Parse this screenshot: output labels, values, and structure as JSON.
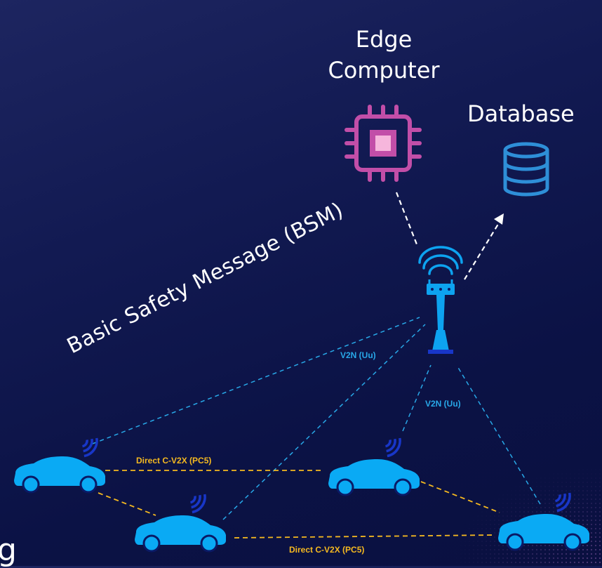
{
  "labels": {
    "edge_computer": "Edge\nComputer",
    "database": "Database",
    "bsm": "Basic Safety Message (BSM)",
    "v2n_1": "V2N (Uu)",
    "v2n_2": "V2N (Uu)",
    "pc5_1": "Direct C-V2X (PC5)",
    "pc5_2": "Direct C-V2X (PC5)",
    "partial_glyph": "g"
  },
  "icons": {
    "edge_computer": "cpu-chip-icon",
    "database": "database-icon",
    "tower": "cell-tower-icon",
    "vehicle": "car-icon",
    "signal": "wifi-signal-icon"
  },
  "colors": {
    "chip": "#c24ea8",
    "chip_core": "#f6b6dc",
    "database": "#2e8fd8",
    "vehicle": "#0aaaf4",
    "tower": "#0da3f0",
    "signal": "#1836c8",
    "v2n_link": "#28a8e8",
    "pc5_link": "#f5b920"
  },
  "vehicles": [
    "car-1",
    "car-2",
    "car-3",
    "car-4"
  ]
}
